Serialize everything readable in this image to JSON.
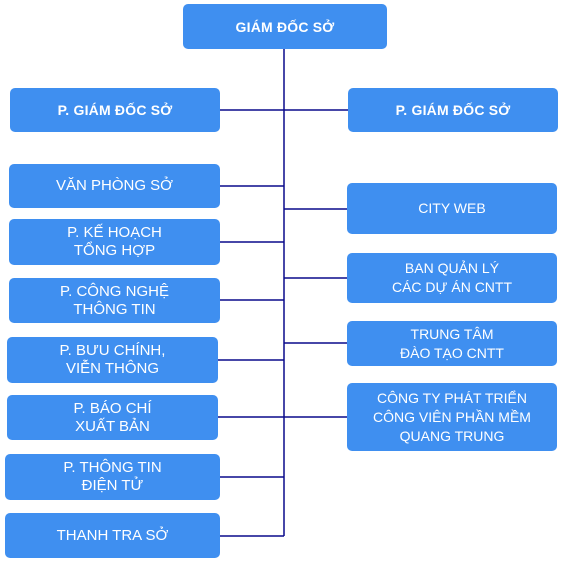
{
  "director": "GIÁM ĐỐC SỞ",
  "deputies": {
    "left": "P. GIÁM ĐỐC SỞ",
    "right": "P. GIÁM ĐỐC SỞ"
  },
  "left_units": [
    "VĂN PHÒNG SỞ",
    "P. KẾ HOẠCH\nTỔNG HỢP",
    "P. CÔNG NGHỆ\nTHÔNG TIN",
    "P. BƯU CHÍNH,\nVIỄN THÔNG",
    "P. BÁO CHÍ\nXUẤT BẢN",
    "P. THÔNG TIN\nĐIỆN TỬ",
    "THANH TRA SỞ"
  ],
  "right_units": [
    "CITY WEB",
    "BAN QUẢN LÝ\nCÁC DỰ ÁN CNTT",
    "TRUNG TÂM\nĐÀO TẠO CNTT",
    "CÔNG TY PHÁT TRIỂN\nCÔNG VIÊN PHẦN MỀM\nQUANG TRUNG"
  ],
  "colors": {
    "box": "#3f8ff0",
    "text": "#ffffff",
    "connector": "#0a0a8c"
  }
}
